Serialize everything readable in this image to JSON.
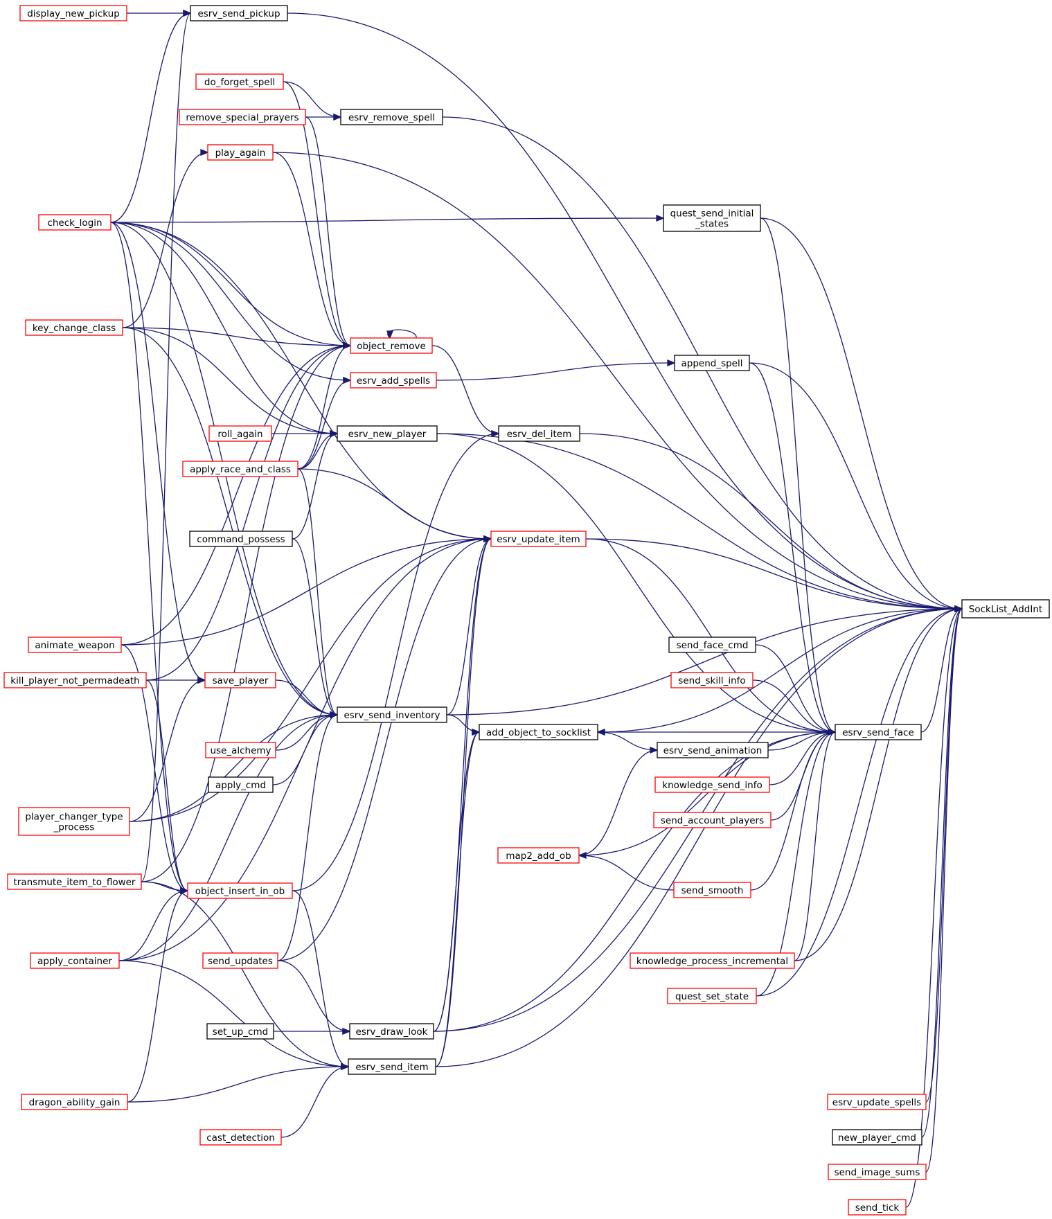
{
  "graph": {
    "title": "",
    "target": "SockList_AddInt",
    "colors": {
      "edge": "#191970",
      "node_border_default": "#000000",
      "node_border_truncated": "#ff0000",
      "target_fill": "#bfbfbf",
      "background": "#ffffff"
    },
    "nodes": [
      {
        "id": "SockList_AddInt",
        "label": "SockList_AddInt",
        "style": "target"
      },
      {
        "id": "esrv_send_pickup",
        "label": "esrv_send_pickup",
        "style": "default"
      },
      {
        "id": "display_new_pickup",
        "label": "display_new_pickup",
        "style": "truncated"
      },
      {
        "id": "check_login",
        "label": "check_login",
        "style": "truncated"
      },
      {
        "id": "do_forget_spell",
        "label": "do_forget_spell",
        "style": "truncated"
      },
      {
        "id": "remove_special_prayers",
        "label": "remove_special_prayers",
        "style": "truncated"
      },
      {
        "id": "esrv_remove_spell",
        "label": "esrv_remove_spell",
        "style": "default"
      },
      {
        "id": "play_again",
        "label": "play_again",
        "style": "truncated"
      },
      {
        "id": "quest_send_initial_states",
        "label": "quest_send_initial\n_states",
        "style": "default"
      },
      {
        "id": "key_change_class",
        "label": "key_change_class",
        "style": "truncated"
      },
      {
        "id": "object_remove",
        "label": "object_remove",
        "style": "truncated"
      },
      {
        "id": "append_spell",
        "label": "append_spell",
        "style": "default"
      },
      {
        "id": "esrv_add_spells",
        "label": "esrv_add_spells",
        "style": "truncated"
      },
      {
        "id": "roll_again",
        "label": "roll_again",
        "style": "truncated"
      },
      {
        "id": "esrv_new_player",
        "label": "esrv_new_player",
        "style": "default"
      },
      {
        "id": "esrv_del_item",
        "label": "esrv_del_item",
        "style": "default"
      },
      {
        "id": "apply_race_and_class",
        "label": "apply_race_and_class",
        "style": "truncated"
      },
      {
        "id": "command_possess",
        "label": "command_possess",
        "style": "default"
      },
      {
        "id": "esrv_update_item",
        "label": "esrv_update_item",
        "style": "truncated"
      },
      {
        "id": "animate_weapon",
        "label": "animate_weapon",
        "style": "truncated"
      },
      {
        "id": "send_face_cmd",
        "label": "send_face_cmd",
        "style": "default"
      },
      {
        "id": "kill_player_not_permadeath",
        "label": "kill_player_not_permadeath",
        "style": "truncated"
      },
      {
        "id": "save_player",
        "label": "save_player",
        "style": "truncated"
      },
      {
        "id": "send_skill_info",
        "label": "send_skill_info",
        "style": "truncated"
      },
      {
        "id": "esrv_send_inventory",
        "label": "esrv_send_inventory",
        "style": "default"
      },
      {
        "id": "add_object_to_socklist",
        "label": "add_object_to_socklist",
        "style": "default"
      },
      {
        "id": "esrv_send_face",
        "label": "esrv_send_face",
        "style": "default"
      },
      {
        "id": "use_alchemy",
        "label": "use_alchemy",
        "style": "truncated"
      },
      {
        "id": "esrv_send_animation",
        "label": "esrv_send_animation",
        "style": "default"
      },
      {
        "id": "apply_cmd",
        "label": "apply_cmd",
        "style": "default"
      },
      {
        "id": "knowledge_send_info",
        "label": "knowledge_send_info",
        "style": "truncated"
      },
      {
        "id": "player_changer_type_process",
        "label": "player_changer_type\n_process",
        "style": "truncated"
      },
      {
        "id": "send_account_players",
        "label": "send_account_players",
        "style": "truncated"
      },
      {
        "id": "map2_add_ob",
        "label": "map2_add_ob",
        "style": "truncated"
      },
      {
        "id": "transmute_item_to_flower",
        "label": "transmute_item_to_flower",
        "style": "truncated"
      },
      {
        "id": "object_insert_in_ob",
        "label": "object_insert_in_ob",
        "style": "truncated"
      },
      {
        "id": "send_smooth",
        "label": "send_smooth",
        "style": "truncated"
      },
      {
        "id": "apply_container",
        "label": "apply_container",
        "style": "truncated"
      },
      {
        "id": "send_updates",
        "label": "send_updates",
        "style": "truncated"
      },
      {
        "id": "knowledge_process_incremental",
        "label": "knowledge_process_incremental",
        "style": "truncated"
      },
      {
        "id": "quest_set_state",
        "label": "quest_set_state",
        "style": "truncated"
      },
      {
        "id": "set_up_cmd",
        "label": "set_up_cmd",
        "style": "default"
      },
      {
        "id": "esrv_draw_look",
        "label": "esrv_draw_look",
        "style": "default"
      },
      {
        "id": "esrv_send_item",
        "label": "esrv_send_item",
        "style": "default"
      },
      {
        "id": "dragon_ability_gain",
        "label": "dragon_ability_gain",
        "style": "truncated"
      },
      {
        "id": "esrv_update_spells",
        "label": "esrv_update_spells",
        "style": "truncated"
      },
      {
        "id": "cast_detection",
        "label": "cast_detection",
        "style": "truncated"
      },
      {
        "id": "new_player_cmd",
        "label": "new_player_cmd",
        "style": "default"
      },
      {
        "id": "send_image_sums",
        "label": "send_image_sums",
        "style": "truncated"
      },
      {
        "id": "send_tick",
        "label": "send_tick",
        "style": "truncated"
      }
    ],
    "edges": [
      [
        "esrv_send_pickup",
        "SockList_AddInt"
      ],
      [
        "display_new_pickup",
        "esrv_send_pickup"
      ],
      [
        "check_login",
        "esrv_send_pickup"
      ],
      [
        "quest_send_initial_states",
        "SockList_AddInt"
      ],
      [
        "check_login",
        "quest_send_initial_states"
      ],
      [
        "esrv_remove_spell",
        "SockList_AddInt"
      ],
      [
        "do_forget_spell",
        "esrv_remove_spell"
      ],
      [
        "remove_special_prayers",
        "esrv_remove_spell"
      ],
      [
        "play_again",
        "SockList_AddInt"
      ],
      [
        "key_change_class",
        "play_again"
      ],
      [
        "object_remove",
        "object_remove"
      ],
      [
        "do_forget_spell",
        "object_remove"
      ],
      [
        "remove_special_prayers",
        "object_remove"
      ],
      [
        "play_again",
        "object_remove"
      ],
      [
        "check_login",
        "object_remove"
      ],
      [
        "key_change_class",
        "object_remove"
      ],
      [
        "animate_weapon",
        "object_remove"
      ],
      [
        "apply_race_and_class",
        "object_remove"
      ],
      [
        "transmute_item_to_flower",
        "object_remove"
      ],
      [
        "object_remove",
        "esrv_del_item"
      ],
      [
        "esrv_del_item",
        "SockList_AddInt"
      ],
      [
        "append_spell",
        "SockList_AddInt"
      ],
      [
        "esrv_add_spells",
        "append_spell"
      ],
      [
        "check_login",
        "esrv_add_spells"
      ],
      [
        "apply_race_and_class",
        "esrv_add_spells"
      ],
      [
        "esrv_new_player",
        "SockList_AddInt"
      ],
      [
        "roll_again",
        "esrv_new_player"
      ],
      [
        "check_login",
        "esrv_new_player"
      ],
      [
        "key_change_class",
        "esrv_new_player"
      ],
      [
        "apply_race_and_class",
        "esrv_new_player"
      ],
      [
        "command_possess",
        "esrv_new_player"
      ],
      [
        "esrv_send_face",
        "SockList_AddInt"
      ],
      [
        "append_spell",
        "esrv_send_face"
      ],
      [
        "quest_send_initial_states",
        "esrv_send_face"
      ],
      [
        "esrv_new_player",
        "esrv_send_face"
      ],
      [
        "esrv_update_item",
        "esrv_send_face"
      ],
      [
        "send_face_cmd",
        "esrv_send_face"
      ],
      [
        "send_skill_info",
        "esrv_send_face"
      ],
      [
        "knowledge_send_info",
        "esrv_send_face"
      ],
      [
        "send_account_players",
        "esrv_send_face"
      ],
      [
        "map2_add_ob",
        "esrv_send_face"
      ],
      [
        "send_smooth",
        "esrv_send_face"
      ],
      [
        "knowledge_process_incremental",
        "esrv_send_face"
      ],
      [
        "quest_set_state",
        "esrv_send_face"
      ],
      [
        "esrv_draw_look",
        "esrv_send_face"
      ],
      [
        "esrv_update_item",
        "SockList_AddInt"
      ],
      [
        "check_login",
        "esrv_update_item"
      ],
      [
        "apply_race_and_class",
        "esrv_update_item"
      ],
      [
        "animate_weapon",
        "esrv_update_item"
      ],
      [
        "esrv_send_item",
        "esrv_update_item"
      ],
      [
        "esrv_draw_look",
        "esrv_update_item"
      ],
      [
        "esrv_send_inventory",
        "esrv_update_item"
      ],
      [
        "esrv_send_inventory",
        "SockList_AddInt"
      ],
      [
        "esrv_send_inventory",
        "add_object_to_socklist"
      ],
      [
        "add_object_to_socklist",
        "SockList_AddInt"
      ],
      [
        "esrv_send_face",
        "add_object_to_socklist"
      ],
      [
        "esrv_send_animation",
        "add_object_to_socklist"
      ],
      [
        "map2_add_ob",
        "esrv_send_animation"
      ],
      [
        "esrv_send_animation",
        "esrv_send_face"
      ],
      [
        "send_smooth",
        "map2_add_ob"
      ],
      [
        "esrv_draw_look",
        "add_object_to_socklist"
      ],
      [
        "esrv_send_item",
        "add_object_to_socklist"
      ],
      [
        "check_login",
        "esrv_send_inventory"
      ],
      [
        "key_change_class",
        "esrv_send_inventory"
      ],
      [
        "apply_race_and_class",
        "esrv_send_inventory"
      ],
      [
        "command_possess",
        "esrv_send_inventory"
      ],
      [
        "save_player",
        "esrv_send_inventory"
      ],
      [
        "use_alchemy",
        "esrv_send_inventory"
      ],
      [
        "apply_cmd",
        "esrv_send_inventory"
      ],
      [
        "player_changer_type_process",
        "esrv_send_inventory"
      ],
      [
        "send_updates",
        "esrv_send_inventory"
      ],
      [
        "apply_container",
        "esrv_send_inventory"
      ],
      [
        "kill_player_not_permadeath",
        "save_player"
      ],
      [
        "check_login",
        "save_player"
      ],
      [
        "player_changer_type_process",
        "save_player"
      ],
      [
        "transmute_item_to_flower",
        "esrv_send_pickup"
      ],
      [
        "kill_player_not_permadeath",
        "object_remove"
      ],
      [
        "object_insert_in_ob",
        "esrv_del_item"
      ],
      [
        "transmute_item_to_flower",
        "object_insert_in_ob"
      ],
      [
        "animate_weapon",
        "object_insert_in_ob"
      ],
      [
        "kill_player_not_permadeath",
        "object_insert_in_ob"
      ],
      [
        "check_login",
        "object_insert_in_ob"
      ],
      [
        "apply_container",
        "object_insert_in_ob"
      ],
      [
        "dragon_ability_gain",
        "object_insert_in_ob"
      ],
      [
        "player_changer_type_process",
        "esrv_update_item"
      ],
      [
        "apply_container",
        "esrv_update_item"
      ],
      [
        "send_updates",
        "esrv_update_item"
      ],
      [
        "send_updates",
        "esrv_draw_look"
      ],
      [
        "set_up_cmd",
        "esrv_draw_look"
      ],
      [
        "esrv_draw_look",
        "SockList_AddInt"
      ],
      [
        "esrv_send_item",
        "SockList_AddInt"
      ],
      [
        "object_insert_in_ob",
        "esrv_send_item"
      ],
      [
        "transmute_item_to_flower",
        "esrv_send_item"
      ],
      [
        "apply_container",
        "esrv_send_item"
      ],
      [
        "cast_detection",
        "esrv_send_item"
      ],
      [
        "dragon_ability_gain",
        "esrv_send_item"
      ],
      [
        "knowledge_process_incremental",
        "SockList_AddInt"
      ],
      [
        "quest_set_state",
        "SockList_AddInt"
      ],
      [
        "esrv_update_spells",
        "SockList_AddInt"
      ],
      [
        "new_player_cmd",
        "SockList_AddInt"
      ],
      [
        "send_image_sums",
        "SockList_AddInt"
      ],
      [
        "send_tick",
        "SockList_AddInt"
      ]
    ]
  }
}
